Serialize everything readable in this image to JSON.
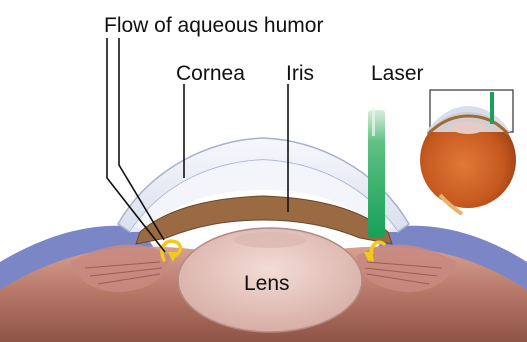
{
  "labels": {
    "flow": "Flow of aqueous humor",
    "cornea": "Cornea",
    "iris": "Iris",
    "laser": "Laser",
    "lens": "Lens"
  },
  "colors": {
    "background": "#ffffff",
    "cornea": "#eef1f8",
    "iris": "#9a6a42",
    "lens": "#e9c9c2",
    "laser": "#1aa05a",
    "flow_arrow": "#f3c91b",
    "sclera": "#6f7cc0",
    "eye_tissue": "#b77a6a"
  }
}
